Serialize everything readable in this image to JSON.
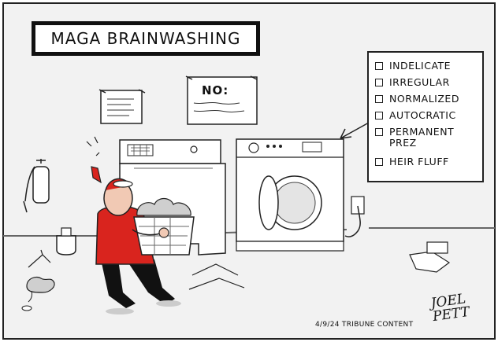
{
  "title": "MAGA BRAINWASHING",
  "sign": "NO:",
  "checklist": {
    "items": [
      {
        "label": "INDELICATE"
      },
      {
        "label": "IRREGULAR"
      },
      {
        "label": "NORMALIZED"
      },
      {
        "label": "AUTOCRATIC"
      },
      {
        "label": "PERMANENT\nPREZ"
      },
      {
        "label": "HEIR FLUFF"
      }
    ]
  },
  "signature": "JOEL\nPETT",
  "credit": "4/9/24 TRIBUNE CONTENT",
  "colors": {
    "background": "#f2f2f2",
    "wall_line": "#555555",
    "shirt": "#d9241e",
    "pants": "#111111",
    "skin": "#f1c9b4",
    "brain": "#cfcfcf"
  }
}
